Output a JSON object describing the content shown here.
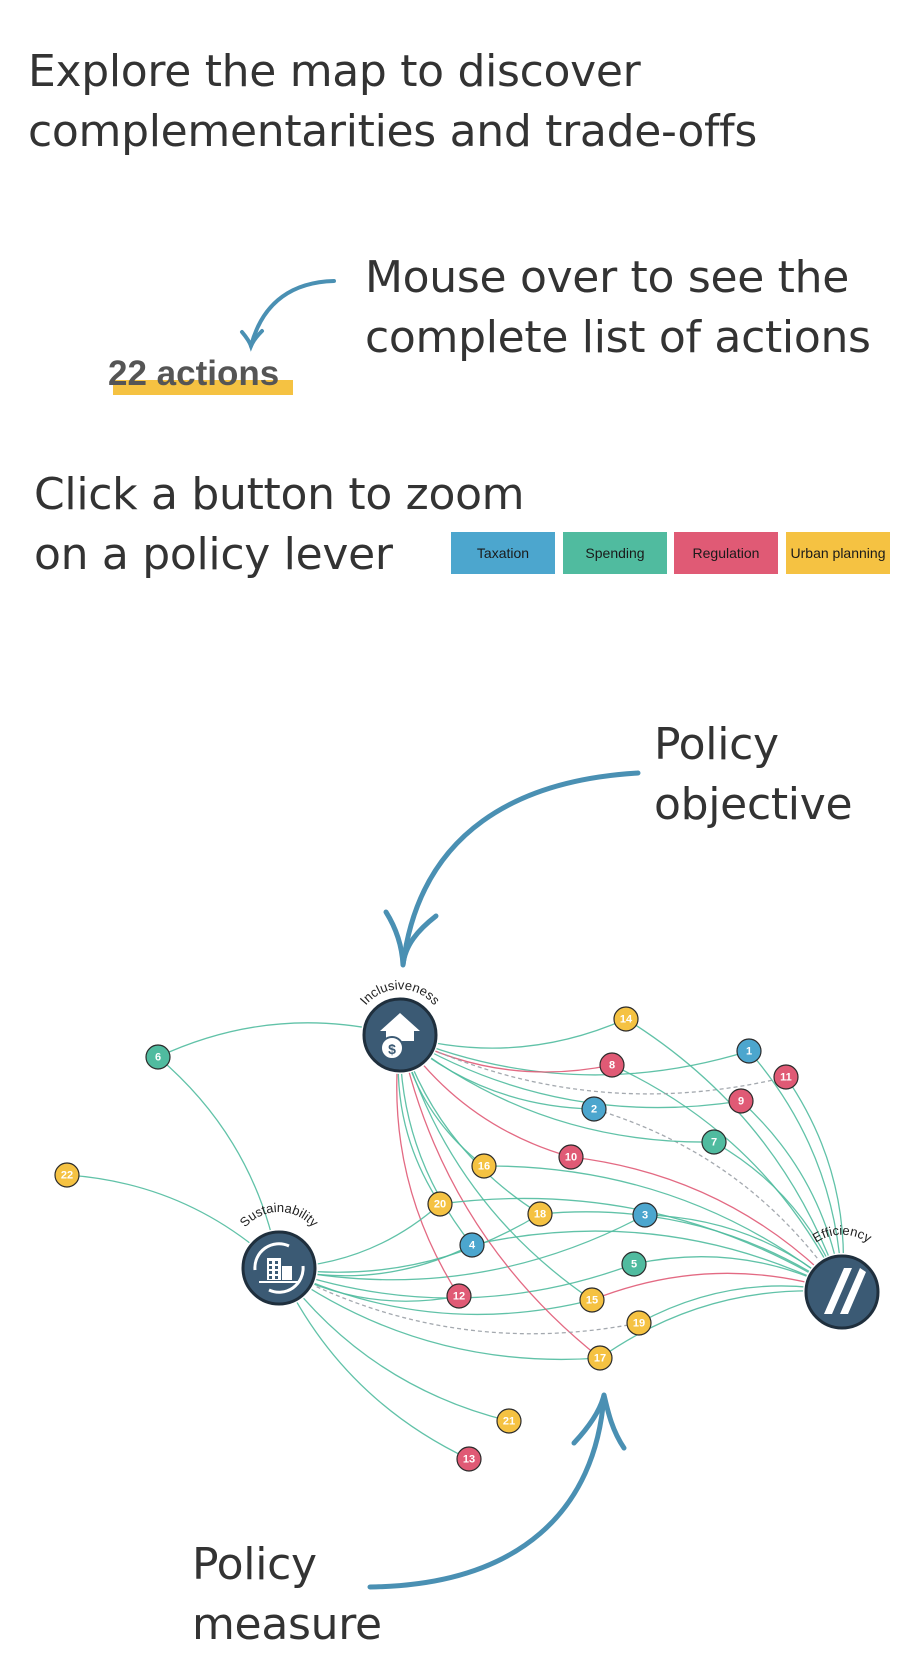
{
  "intro": {
    "title_line1": "Explore the map to discover",
    "title_line2": "complementarities and trade-offs"
  },
  "hover_hint": {
    "line1": "Mouse over to see the",
    "line2": "complete list of actions",
    "actions_count_label": "22 actions"
  },
  "zoom_hint": {
    "line1": "Click a button to zoom",
    "line2": "on a policy lever"
  },
  "levers": [
    {
      "label": "Taxation",
      "color": "#4ca6ce"
    },
    {
      "label": "Spending",
      "color": "#50bb9f"
    },
    {
      "label": "Regulation",
      "color": "#e05a75"
    },
    {
      "label": "Urban planning",
      "color": "#f5c242"
    }
  ],
  "annotations": {
    "objective_line1": "Policy",
    "objective_line2": "objective",
    "measure_line1": "Policy",
    "measure_line2": "measure"
  },
  "network": {
    "objectives": [
      {
        "id": "inclusiveness",
        "label": "Inclusiveness",
        "icon": "house-money-icon"
      },
      {
        "id": "sustainability",
        "label": "Sustainability",
        "icon": "city-recycle-icon"
      },
      {
        "id": "efficiency",
        "label": "Efficiency",
        "icon": "road-lanes-icon"
      }
    ],
    "measures": [
      {
        "n": "1",
        "lever": "Taxation",
        "links": [
          "inclusiveness",
          "efficiency"
        ]
      },
      {
        "n": "2",
        "lever": "Taxation",
        "links": [
          "inclusiveness",
          "efficiency"
        ]
      },
      {
        "n": "3",
        "lever": "Taxation",
        "links": [
          "sustainability",
          "efficiency"
        ]
      },
      {
        "n": "4",
        "lever": "Taxation",
        "links": [
          "inclusiveness",
          "sustainability",
          "efficiency"
        ]
      },
      {
        "n": "5",
        "lever": "Spending",
        "links": [
          "sustainability",
          "efficiency"
        ]
      },
      {
        "n": "6",
        "lever": "Spending",
        "links": [
          "inclusiveness",
          "sustainability"
        ]
      },
      {
        "n": "7",
        "lever": "Spending",
        "links": [
          "inclusiveness",
          "efficiency"
        ]
      },
      {
        "n": "8",
        "lever": "Regulation",
        "links": [
          "inclusiveness",
          "efficiency"
        ]
      },
      {
        "n": "9",
        "lever": "Regulation",
        "links": [
          "inclusiveness",
          "efficiency"
        ]
      },
      {
        "n": "10",
        "lever": "Regulation",
        "links": [
          "inclusiveness",
          "efficiency"
        ]
      },
      {
        "n": "11",
        "lever": "Regulation",
        "links": [
          "inclusiveness",
          "efficiency"
        ]
      },
      {
        "n": "12",
        "lever": "Regulation",
        "links": [
          "inclusiveness",
          "sustainability"
        ]
      },
      {
        "n": "13",
        "lever": "Regulation",
        "links": [
          "sustainability"
        ]
      },
      {
        "n": "14",
        "lever": "Urban planning",
        "links": [
          "inclusiveness",
          "efficiency"
        ]
      },
      {
        "n": "15",
        "lever": "Urban planning",
        "links": [
          "inclusiveness",
          "sustainability",
          "efficiency"
        ]
      },
      {
        "n": "16",
        "lever": "Urban planning",
        "links": [
          "inclusiveness",
          "efficiency"
        ]
      },
      {
        "n": "17",
        "lever": "Urban planning",
        "links": [
          "inclusiveness",
          "sustainability",
          "efficiency"
        ]
      },
      {
        "n": "18",
        "lever": "Urban planning",
        "links": [
          "inclusiveness",
          "sustainability",
          "efficiency"
        ]
      },
      {
        "n": "19",
        "lever": "Urban planning",
        "links": [
          "sustainability",
          "efficiency"
        ]
      },
      {
        "n": "20",
        "lever": "Urban planning",
        "links": [
          "inclusiveness",
          "sustainability",
          "efficiency"
        ]
      },
      {
        "n": "21",
        "lever": "Urban planning",
        "links": [
          "sustainability"
        ]
      },
      {
        "n": "22",
        "lever": "Urban planning",
        "links": [
          "sustainability"
        ]
      }
    ],
    "colors": {
      "objective_fill": "#3b5a74",
      "link_positive": "#50bb9f",
      "link_tradeoff": "#e05a75",
      "link_neutral": "#9aa0a6",
      "annotation_arrow": "#4a90b3"
    }
  }
}
